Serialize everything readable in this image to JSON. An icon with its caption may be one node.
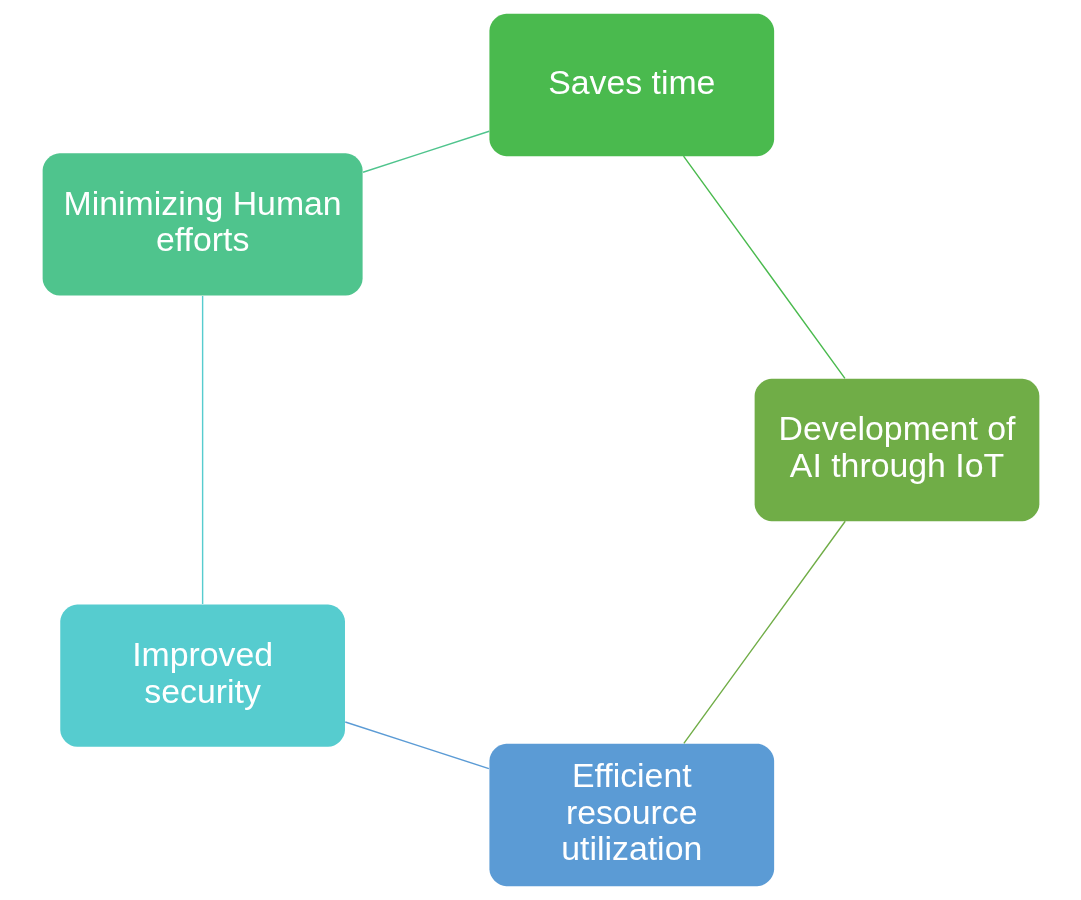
{
  "diagram": {
    "nodes": [
      {
        "text": [
          "Efficient resource utilization"
        ]
      },
      {
        "text": [
          "Improved security"
        ]
      },
      {
        "text": [
          "Minimizing Human efforts"
        ]
      },
      {
        "text": [
          "Saves time"
        ]
      },
      {
        "text": [
          "Development of AI through IoT"
        ]
      }
    ],
    "edges": [
      {
        "from": 0,
        "to": 1,
        "arrow": "none",
        "color": "#5b9bd5"
      },
      {
        "from": 1,
        "to": 2,
        "arrow": "none",
        "color": "#56cccf"
      },
      {
        "from": 2,
        "to": 3,
        "arrow": "none",
        "color": "#4fc48d"
      },
      {
        "from": 3,
        "to": 4,
        "arrow": "none",
        "color": "#4aba4e"
      },
      {
        "from": 4,
        "to": 0,
        "arrow": "none",
        "color": "#70ad47"
      }
    ]
  }
}
